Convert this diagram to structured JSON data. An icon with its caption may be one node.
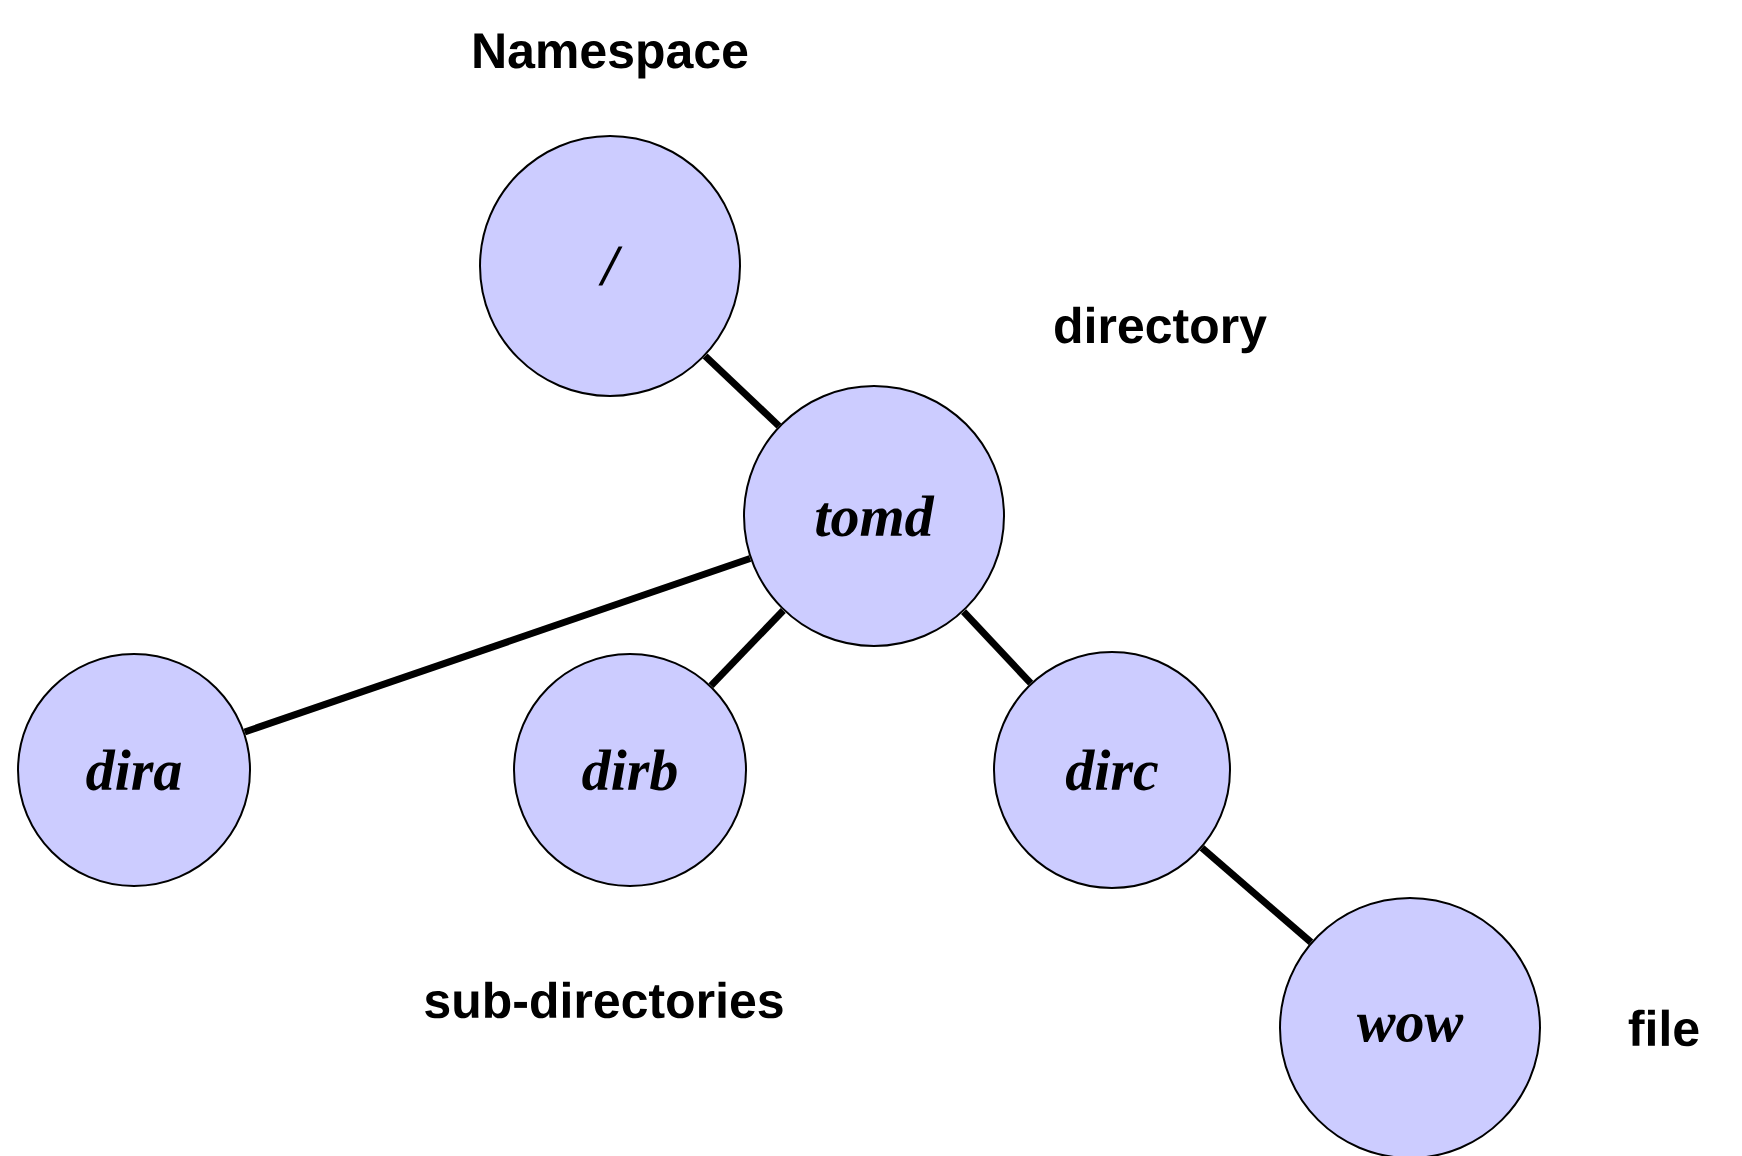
{
  "diagram": {
    "nodes": [
      {
        "text": [
          "/"
        ]
      },
      {
        "text": [
          "tomd"
        ]
      },
      {
        "text": [
          "dira"
        ]
      },
      {
        "text": [
          "dirb"
        ]
      },
      {
        "text": [
          "dirc"
        ]
      },
      {
        "text": [
          "wow"
        ]
      }
    ],
    "edges": [
      {
        "from": 0,
        "to": 1,
        "arrow": "none"
      },
      {
        "from": 1,
        "to": 2,
        "arrow": "none"
      },
      {
        "from": 1,
        "to": 3,
        "arrow": "none"
      },
      {
        "from": 1,
        "to": 4,
        "arrow": "none"
      },
      {
        "from": 4,
        "to": 5,
        "arrow": "none"
      }
    ],
    "labels": [
      "Namespace",
      "directory",
      "sub-directories",
      "file"
    ]
  }
}
